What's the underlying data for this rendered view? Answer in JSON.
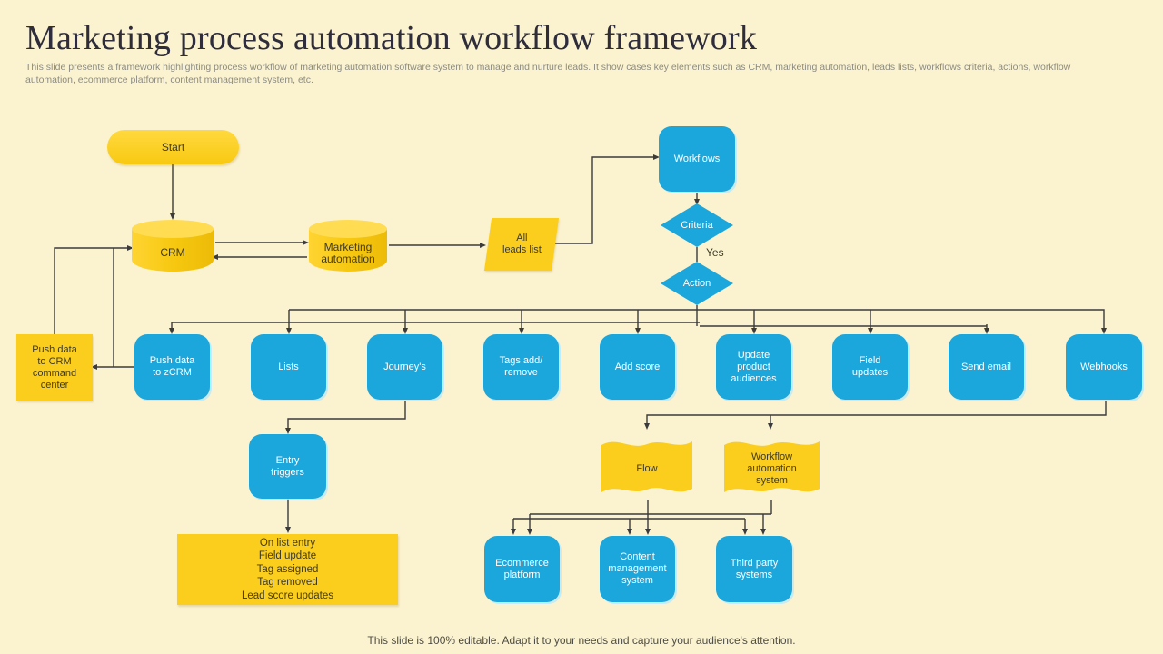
{
  "slide": {
    "title": "Marketing process automation workflow framework",
    "subtitle": "This slide presents a framework  highlighting process workflow of marketing automation  software system to manage and nurture leads. It show cases key elements such as CRM,  marketing  automation,  leads lists, workflows criteria, actions, workflow automation,  ecommerce platform, content management  system, etc.",
    "footer": "This slide is 100% editable. Adapt it to your needs and capture your audience's attention."
  },
  "colors": {
    "background": "#FBF3D0",
    "node_blue": "#1BA7DC",
    "node_yellow": "#FBCE1D",
    "connector": "#3B3B3B",
    "title_text": "#2F2D3C"
  },
  "flowchart": {
    "start": "Start",
    "crm": "CRM",
    "marketing_automation": "Marketing\nautomation",
    "all_leads_list": "All\nleads list",
    "workflows": "Workflows",
    "criteria": "Criteria",
    "yes_label": "Yes",
    "action": "Action",
    "push_data_crm_command": "Push data\nto CRM\ncommand\ncenter",
    "action_row": [
      "Push data\nto zCRM",
      "Lists",
      "Journey's",
      "Tags add/\nremove",
      "Add score",
      "Update\nproduct\naudiences",
      "Field\nupdates",
      "Send email",
      "Webhooks"
    ],
    "entry_triggers": "Entry\ntriggers",
    "trigger_list": [
      "On list entry",
      "Field update",
      "Tag assigned",
      "Tag removed",
      "Lead score updates"
    ],
    "flow": "Flow",
    "workflow_automation_system": "Workflow\nautomation\nsystem",
    "bottom_row": [
      "Ecommerce\nplatform",
      "Content\nmanagement\nsystem",
      "Third party\nsystems"
    ]
  }
}
